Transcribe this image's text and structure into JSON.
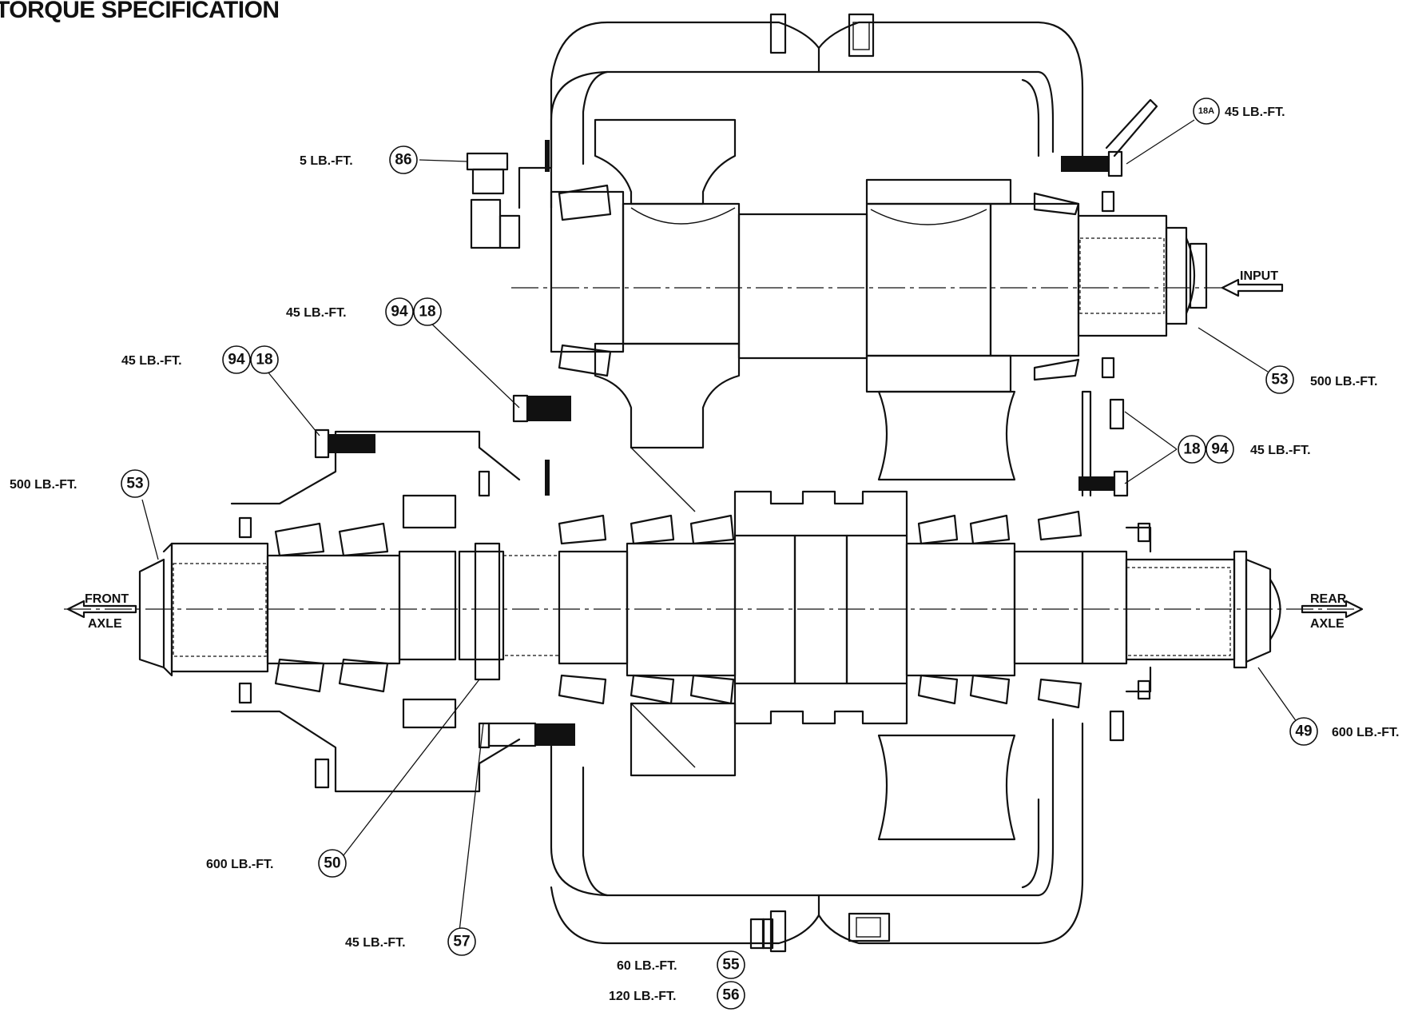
{
  "title": "TORQUE SPECIFICATION",
  "directions": {
    "front_top": "FRONT",
    "front_bottom": "AXLE",
    "rear_top": "REAR",
    "rear_bottom": "AXLE",
    "input": "INPUT"
  },
  "callouts": {
    "c86": "86",
    "c18a": "18A",
    "c94_mid": "94",
    "c18_mid": "18",
    "c94_left": "94",
    "c18_left": "18",
    "c53_left": "53",
    "c53_right": "53",
    "c18_right": "18",
    "c94_right": "94",
    "c49": "49",
    "c50": "50",
    "c57": "57",
    "c55": "55",
    "c56": "56"
  },
  "torque_values": {
    "t86": "5 LB.-FT.",
    "t18a": "45 LB.-FT.",
    "t94_18_mid": "45 LB.-FT.",
    "t94_18_left": "45 LB.-FT.",
    "t53_left": "500 LB.-FT.",
    "t53_right": "500 LB.-FT.",
    "t18_94_right": "45 LB.-FT.",
    "t49": "600 LB.-FT.",
    "t50": "600 LB.-FT.",
    "t57": "45 LB.-FT.",
    "t55": "60 LB.-FT.",
    "t56": "120 LB.-FT."
  }
}
